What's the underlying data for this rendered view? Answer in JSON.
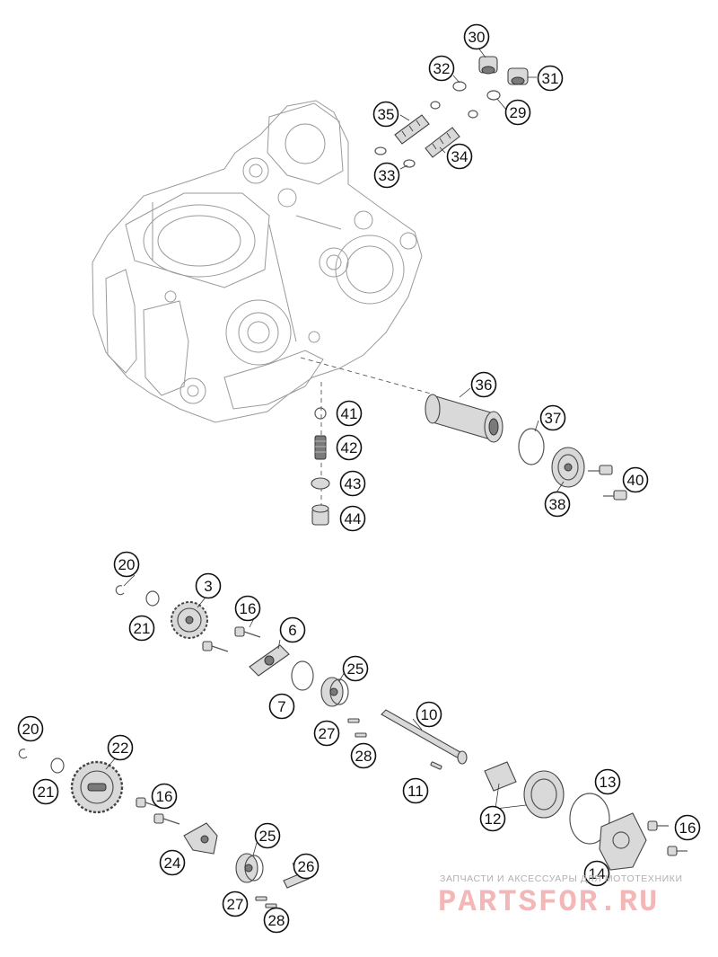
{
  "diagram": {
    "callouts": [
      {
        "id": "30",
        "label": "30"
      },
      {
        "id": "32",
        "label": "32"
      },
      {
        "id": "31",
        "label": "31"
      },
      {
        "id": "35",
        "label": "35"
      },
      {
        "id": "29",
        "label": "29"
      },
      {
        "id": "33",
        "label": "33"
      },
      {
        "id": "34",
        "label": "34"
      },
      {
        "id": "36",
        "label": "36"
      },
      {
        "id": "41",
        "label": "41"
      },
      {
        "id": "37",
        "label": "37"
      },
      {
        "id": "42",
        "label": "42"
      },
      {
        "id": "40",
        "label": "40"
      },
      {
        "id": "43",
        "label": "43"
      },
      {
        "id": "38",
        "label": "38"
      },
      {
        "id": "44",
        "label": "44"
      },
      {
        "id": "20a",
        "label": "20"
      },
      {
        "id": "3",
        "label": "3"
      },
      {
        "id": "21a",
        "label": "21"
      },
      {
        "id": "16a",
        "label": "16"
      },
      {
        "id": "6",
        "label": "6"
      },
      {
        "id": "25a",
        "label": "25"
      },
      {
        "id": "7",
        "label": "7"
      },
      {
        "id": "10",
        "label": "10"
      },
      {
        "id": "27a",
        "label": "27"
      },
      {
        "id": "28a",
        "label": "28"
      },
      {
        "id": "20b",
        "label": "20"
      },
      {
        "id": "22",
        "label": "22"
      },
      {
        "id": "13",
        "label": "13"
      },
      {
        "id": "21b",
        "label": "21"
      },
      {
        "id": "11",
        "label": "11"
      },
      {
        "id": "16b",
        "label": "16"
      },
      {
        "id": "12",
        "label": "12"
      },
      {
        "id": "16c",
        "label": "16"
      },
      {
        "id": "25b",
        "label": "25"
      },
      {
        "id": "24",
        "label": "24"
      },
      {
        "id": "26",
        "label": "26"
      },
      {
        "id": "14",
        "label": "14"
      },
      {
        "id": "27b",
        "label": "27"
      },
      {
        "id": "28b",
        "label": "28"
      }
    ]
  },
  "watermark": {
    "caption": "ЗАПЧАСТИ И АКСЕССУАРЫ ДЛЯ МОТОТЕХНИКИ",
    "logo": "PARTSFOR.RU"
  }
}
